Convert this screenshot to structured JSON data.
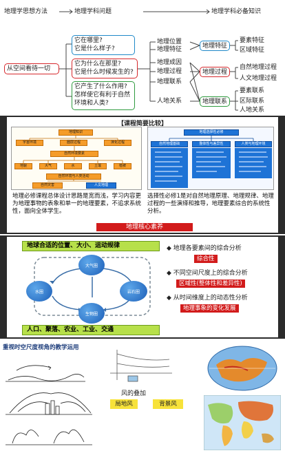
{
  "panel1": {
    "root": "从空间看待一切",
    "col1_title": "地理学思想方法",
    "col2_title": "地理学科问题",
    "col3_title": "地理学科必备知识",
    "q_blue": [
      "它在哪里?",
      "它是什么样子?"
    ],
    "q_red": [
      "它为什么在那里?",
      "它是什么时候发生的?"
    ],
    "q_green": [
      "它产生了什么作用?",
      "怎样使它有利于自然",
      "环境和人类?"
    ],
    "mid_items": [
      "地理位置",
      "地理特征",
      "地理成因",
      "地理过程",
      "地理联系",
      "人地关系"
    ],
    "box_feature": "地理特征",
    "box_process": "地理过程",
    "box_link": "地理联系",
    "feature_items": [
      "要素特征",
      "区域特征"
    ],
    "process_items": [
      "自然地理过程",
      "人文地理过程"
    ],
    "link_items": [
      "要素联系",
      "区际联系",
      "人地关系"
    ]
  },
  "panel2": {
    "header": "【课程简要比较】",
    "left_chart": {
      "top": "地理知识",
      "row1": [
        "宇宙环境",
        "圈层过程",
        "演化过程"
      ],
      "mid": "自然环境要素",
      "row2": [
        "地貌",
        "大气",
        "水",
        "土壤",
        "植被"
      ],
      "human": "自然环境与人类活动",
      "row3": [
        "自然灾害",
        "人文地理"
      ]
    },
    "right_chart": {
      "top": "地理选择性必修",
      "cols": [
        "自然地理基础",
        "整体性与差异性",
        "人类与地理环境"
      ]
    },
    "left_text": "地理必修课程总体设计思路是宽而浅，学习内容更为地理事物的表象和单一的地理要素，不追求系统性，面向全体学生。",
    "right_text": "选择性必修1是对自然地理原理、地理规律、地理过程的一些演绎和推导，地理要素综合的系统性分析。",
    "bottom_tag": "地理核心素养"
  },
  "panel3": {
    "top_bar": "地球合适的位置、大小、运动规律",
    "spheres": [
      "大气圈",
      "水圈",
      "岩石圈",
      "生物圈"
    ],
    "bottom_bar": "人口、聚落、农业、工业、交通",
    "points": [
      "地理各要素间的综合分析",
      "不同空间尺度上的综合分析",
      "从时间维度上的动态性分析"
    ],
    "tags": [
      "综合性",
      "区域性(整体性和差异性)",
      "地理事象的变化发展"
    ]
  },
  "panel4": {
    "title": "重视时空尺度视角的教学运用",
    "wind_title": "风的叠加",
    "wind_local": "局地风",
    "wind_background": "背景风"
  }
}
